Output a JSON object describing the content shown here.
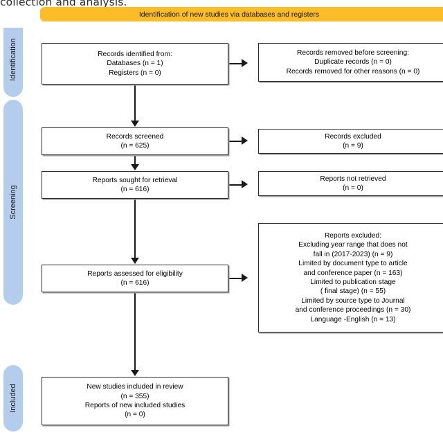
{
  "page_fragment": "collection and analysis.",
  "banner": {
    "label": "Identification of new studies via databases and registers",
    "color": "#fcbd29"
  },
  "rails": {
    "color": "#b5cdec",
    "items": [
      {
        "name": "identification",
        "label": "Identification"
      },
      {
        "name": "screening",
        "label": "Screening"
      },
      {
        "name": "included",
        "label": "Included"
      }
    ]
  },
  "boxes": {
    "records_identified": {
      "lines": [
        "Records identified from:",
        "Databases (n = 1)",
        "Registers (n = 0)"
      ]
    },
    "records_removed": {
      "lines": [
        "Records removed before screening:",
        "Duplicate records (n = 0)",
        "Records removed for other reasons (n = 0)"
      ]
    },
    "records_screened": {
      "lines": [
        "Records screened",
        "(n = 625)"
      ]
    },
    "records_excluded": {
      "lines": [
        "Records excluded",
        "(n = 9)"
      ]
    },
    "reports_sought": {
      "lines": [
        "Reports sought for retrieval",
        "(n = 616)"
      ]
    },
    "reports_not_retrieved": {
      "lines": [
        "Reports not retrieved",
        "(n = 0)"
      ]
    },
    "reports_assessed": {
      "lines": [
        "Reports assessed for eligibility",
        "(n = 616)"
      ]
    },
    "reports_excluded": {
      "lines": [
        "Reports excluded:",
        "Excluding year range that does not",
        "fall in (2017-2023) (n = 9)",
        "Limited by document type to article",
        "and conference paper (n = 163)",
        "Limited to publication stage",
        "( final stage) (n = 55)",
        "Limited by source type to Journal",
        "and conference proceedings (n = 30)",
        "Language -English (n = 13)"
      ]
    },
    "new_studies_included": {
      "lines": [
        "New studies included in review",
        "(n = 355)",
        "Reports of new included studies",
        "(n = 0)"
      ]
    }
  }
}
